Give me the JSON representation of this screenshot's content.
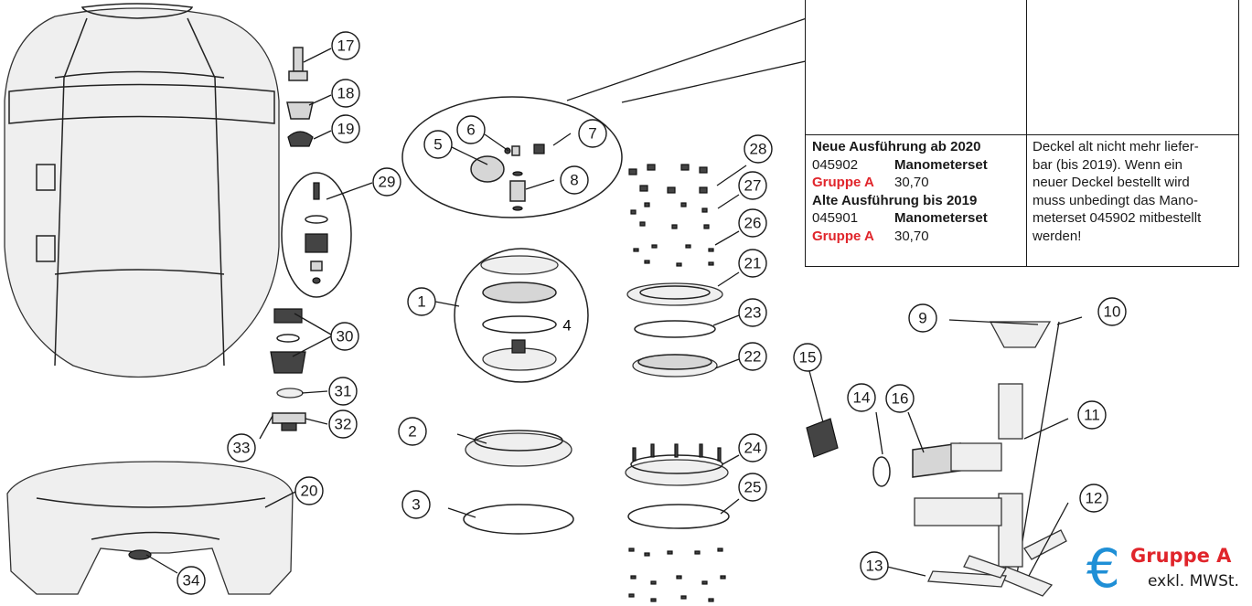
{
  "callouts": [
    "1",
    "2",
    "3",
    "4",
    "5",
    "6",
    "7",
    "8",
    "9",
    "10",
    "11",
    "12",
    "13",
    "14",
    "15",
    "16",
    "17",
    "18",
    "19",
    "20",
    "21",
    "22",
    "23",
    "24",
    "25",
    "26",
    "27",
    "28",
    "29",
    "30",
    "31",
    "32",
    "33",
    "34"
  ],
  "info_table": {
    "new_version_title": "Neue Ausführung ab 2020",
    "new_code": "045902",
    "new_name": "Manometerset",
    "new_group": "Gruppe A",
    "new_price": "30,70",
    "old_version_title": "Alte Ausführung bis 2019",
    "old_code": "045901",
    "old_name": "Manometerset",
    "old_group": "Gruppe A",
    "old_price": "30,70",
    "note_lines": [
      "Deckel alt nicht mehr liefer-",
      "bar (bis 2019). Wenn ein",
      "neuer Deckel bestellt wird",
      "muss unbedingt das Mano-",
      "meterset 045902 mitbestellt",
      "werden!"
    ]
  },
  "badge": {
    "symbol": "€",
    "group": "Gruppe A",
    "vat": "exkl. MWSt."
  },
  "colors": {
    "accent_red": "#e0252b",
    "accent_blue": "#1f8fd6",
    "line": "#1a1a1a"
  }
}
